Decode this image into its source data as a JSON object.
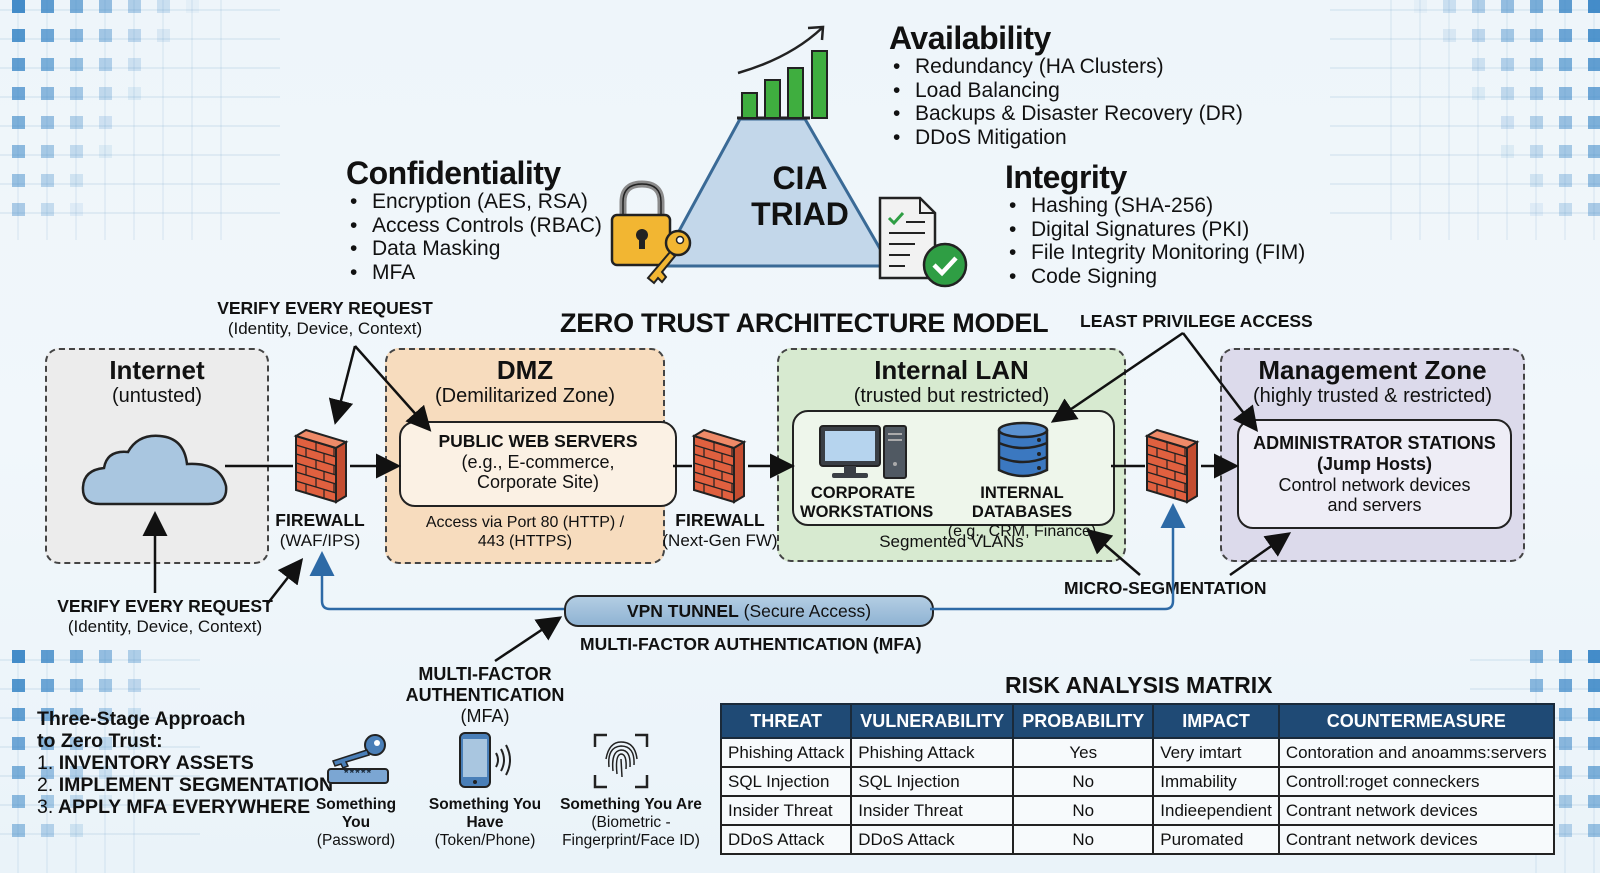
{
  "cia": {
    "title_line1": "CIA",
    "title_line2": "TRIAD",
    "availability": {
      "heading": "Availability",
      "items": [
        "Redundancy (HA Clusters)",
        "Load Balancing",
        "Backups & Disaster Recovery (DR)",
        "DDoS Mitigation"
      ]
    },
    "confidentiality": {
      "heading": "Confidentiality",
      "items": [
        "Encryption (AES, RSA)",
        "Access Controls (RBAC)",
        "Data Masking",
        "MFA"
      ]
    },
    "integrity": {
      "heading": "Integrity",
      "items": [
        "Hashing (SHA-256)",
        "Digital Signatures (PKI)",
        "File Integrity Monitoring (FIM)",
        "Code Signing"
      ]
    },
    "colors": {
      "triangle_fill": "#c3d7ea",
      "triangle_stroke": "#3a6a96",
      "bars": "#3fae3f",
      "lock": "#f2b632",
      "check": "#2f9e44"
    }
  },
  "architecture": {
    "title": "ZERO TRUST ARCHITECTURE MODEL",
    "zones": {
      "internet": {
        "title": "Internet",
        "subtitle": "(untusted)",
        "fill": "#ececec"
      },
      "dmz": {
        "title": "DMZ",
        "subtitle": "(Demilitarized Zone)",
        "fill": "#f7dcbe",
        "server_title": "PUBLIC WEB SERVERS",
        "server_line2": "(e.g., E-commerce,",
        "server_line3": "Corporate Site)",
        "access_line1": "Access via Port 80 (HTTP) /",
        "access_line2": "443 (HTTPS)"
      },
      "lan": {
        "title": "Internal LAN",
        "subtitle": "(trusted but restricted)",
        "fill": "#d7ead0",
        "workstations_line1": "CORPORATE",
        "workstations_line2": "WORKSTATIONS",
        "databases_title": "INTERNAL DATABASES",
        "databases_sub": "(e.g., CRM, Finance)",
        "footer": "Segmented VLANs"
      },
      "management": {
        "title": "Management Zone",
        "subtitle": "(highly trusted & restricted)",
        "fill": "#dcdaeb",
        "station_title": "ADMINISTRATOR STATIONS",
        "station_sub": "(Jump Hosts)",
        "station_desc1": "Control network devices",
        "station_desc2": "and servers"
      }
    },
    "firewalls": [
      {
        "label": "FIREWALL",
        "sub": "(WAF/IPS)"
      },
      {
        "label": "FIREWALL",
        "sub": "(Next-Gen FW)"
      }
    ],
    "callouts": {
      "verify_top_title": "VERIFY EVERY REQUEST",
      "verify_top_sub": "(Identity, Device, Context)",
      "verify_bottom_title": "VERIFY EVERY REQUEST",
      "verify_bottom_sub": "(Identity, Device, Context)",
      "least_privilege": "LEAST PRIVILEGE ACCESS",
      "micro_segmentation": "MICRO-SEGMENTATION",
      "vpn_bold": "VPN TUNNEL",
      "vpn_rest": " (Secure Access)",
      "mfa_line": "MULTI-FACTOR AUTHENTICATION (MFA)"
    }
  },
  "approach": {
    "title_line1": "Three-Stage Approach",
    "title_line2": "to Zero Trust:",
    "steps": [
      {
        "num": "1.",
        "text": "INVENTORY ASSETS"
      },
      {
        "num": "2.",
        "text": "IMPLEMENT SEGMENTATION"
      },
      {
        "num": "3.",
        "text": "APPLY MFA EVERYWHERE"
      }
    ]
  },
  "mfa": {
    "title_line1": "MULTI-FACTOR",
    "title_line2": "AUTHENTICATION",
    "title_line3": "(MFA)",
    "factors": [
      {
        "icon": "key-password-icon",
        "label": "Something You",
        "sub1": "(Password)",
        "sub2": ""
      },
      {
        "icon": "phone-token-icon",
        "label": "Something You Have",
        "sub1": "(Token/Phone)",
        "sub2": ""
      },
      {
        "icon": "fingerprint-icon",
        "label": "Something You Are",
        "sub1": "(Biometric -",
        "sub2": "Fingerprint/Face ID)"
      }
    ],
    "password_mask": "*****"
  },
  "risk_matrix": {
    "title": "RISK ANALYSIS MATRIX",
    "columns": [
      "THREAT",
      "VULNERABILITY",
      "PROBABILITY",
      "IMPACT",
      "COUNTERMEASURE"
    ],
    "rows": [
      [
        "Phishing Attack",
        "Phishing Attack",
        "Yes",
        "Very imtart",
        "Contoration and anoamms:servers"
      ],
      [
        "SQL Injection",
        "SQL Injection",
        "No",
        "Immability",
        "Controll:roget conneckers"
      ],
      [
        "Insider Threat",
        "Insider Threat",
        "No",
        "Indieependient",
        "Contrant network devices"
      ],
      [
        "DDoS Attack",
        "DDoS Attack",
        "No",
        "Puromated",
        "Contrant network devices"
      ]
    ],
    "header_color": "#1f4a75"
  }
}
